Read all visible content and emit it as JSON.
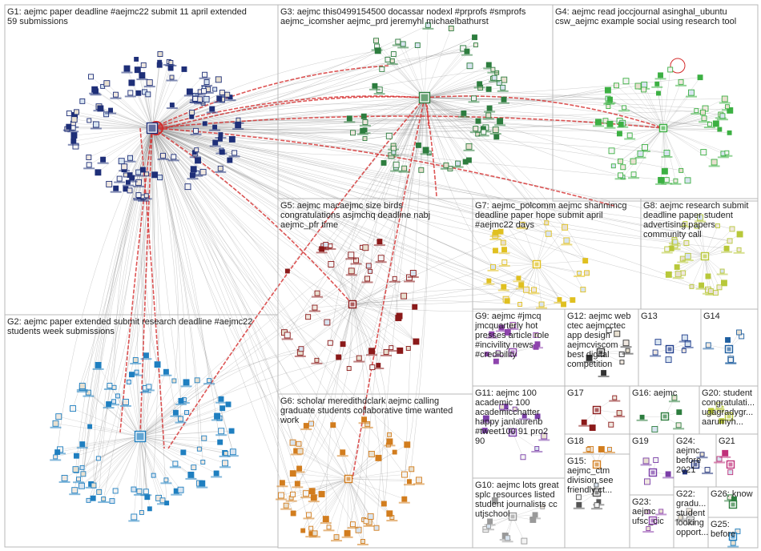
{
  "title": "",
  "groups": [
    {
      "id": "G1",
      "lines": [
        "G1: aejmc paper deadline #aejmc22 submit 11 april extended",
        "59 submissions"
      ],
      "color": "#1e2f78"
    },
    {
      "id": "G2",
      "lines": [
        "G2: aejmc paper extended submit research deadline #aejmc22",
        "students week submissions"
      ],
      "color": "#1f7fc0"
    },
    {
      "id": "G3",
      "lines": [
        "G3: aejmc this0499154500 docassar nodexl #prprofs #smprofs",
        "aejmc_icomsher aejmc_prd jeremyhl michaelbathurst"
      ],
      "color": "#2d7d3e"
    },
    {
      "id": "G4",
      "lines": [
        "G4: aejmc read joccjournal asinghal_ubuntu",
        "csw_aejmc example social using research tool"
      ],
      "color": "#3cb043"
    },
    {
      "id": "G5",
      "lines": [
        "G5: aejmc macaejmc size birds",
        "congratulations asjmchq deadline nabj",
        "aejmc_pfr time"
      ],
      "color": "#8b1a1a"
    },
    {
      "id": "G6",
      "lines": [
        "G6: scholar meredithdclark aejmc calling",
        "graduate students collaborative time wanted",
        "work"
      ],
      "color": "#d27d1e"
    },
    {
      "id": "G7",
      "lines": [
        "G7: aejmc_polcomm aejmc shannimcg",
        "deadline paper hope submit april",
        "#aejmc22 days"
      ],
      "color": "#e0c020"
    },
    {
      "id": "G8",
      "lines": [
        "G8: aejmc research submit",
        "deadline paper student",
        "advertising papers",
        "community call"
      ],
      "color": "#b8c83a"
    },
    {
      "id": "G9",
      "lines": [
        "G9: aejmc #jmcq",
        "jmcquarterly hot",
        "presses article role",
        "#incivility news",
        "#credibility"
      ],
      "color": "#8e44ad"
    },
    {
      "id": "G10",
      "lines": [
        "G10: aejmc lots great",
        "splc resources listed",
        "student journalists cc",
        "utjschool"
      ],
      "color": "#999999"
    },
    {
      "id": "G11",
      "lines": [
        "G11: aejmc 100",
        "academic 100",
        "academicchatter",
        "happy janlaurenb",
        "#tweet100 91 pro2",
        "90"
      ],
      "color": "#7a3ea8"
    },
    {
      "id": "G12",
      "lines": [
        "G12: aejmc web",
        "ctec aejmcctec",
        "app design",
        "aejmcviscom",
        "best digital",
        "competition"
      ],
      "color": "#333333"
    },
    {
      "id": "G13",
      "lines": [
        "G13"
      ],
      "color": "#1e3c8c"
    },
    {
      "id": "G14",
      "lines": [
        "G14"
      ],
      "color": "#1f5fa0"
    },
    {
      "id": "G15",
      "lines": [
        "G15:",
        "aejmc_ctm",
        "division see",
        "friendly ct..."
      ],
      "color": "#555555"
    },
    {
      "id": "G16",
      "lines": [
        "G16: aejmc"
      ],
      "color": "#2d7d3e"
    },
    {
      "id": "G17",
      "lines": [
        "G17"
      ],
      "color": "#8b1a1a"
    },
    {
      "id": "G18",
      "lines": [
        "G18"
      ],
      "color": "#d27d1e"
    },
    {
      "id": "G19",
      "lines": [
        "G19"
      ],
      "color": "#7a3ea8"
    },
    {
      "id": "G20",
      "lines": [
        "G20: student",
        "congratulati...",
        "ugagradygr...",
        "aarumyh..."
      ],
      "color": "#b8c83a"
    },
    {
      "id": "G21",
      "lines": [
        "G21"
      ],
      "color": "#c0307a"
    },
    {
      "id": "G22",
      "lines": [
        "G22:",
        "gradu...",
        "student",
        "looking",
        "opport..."
      ],
      "color": "#999999"
    },
    {
      "id": "G23",
      "lines": [
        "G23:",
        "aejmc",
        "ufsc_cic"
      ],
      "color": "#8e44ad"
    },
    {
      "id": "G24",
      "lines": [
        "G24:",
        "aejmc",
        "before",
        "2021"
      ],
      "color": "#1e2f78"
    },
    {
      "id": "G25",
      "lines": [
        "G25:",
        "before"
      ],
      "color": "#1f7fc0"
    },
    {
      "id": "G26",
      "lines": [
        "G26: know"
      ],
      "color": "#2d7d3e"
    }
  ]
}
